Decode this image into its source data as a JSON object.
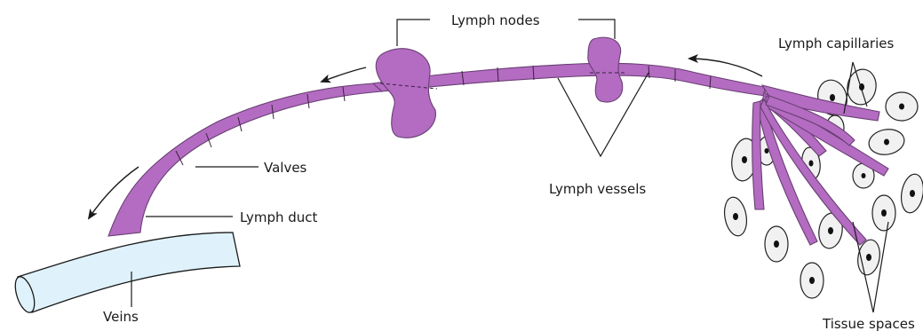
{
  "labels": {
    "lymph_nodes": "Lymph nodes",
    "lymph_capillaries": "Lymph capillaries",
    "valves": "Valves",
    "lymph_vessels": "Lymph vessels",
    "lymph_duct": "Lymph duct",
    "veins": "Veins",
    "tissue_spaces": "Tissue spaces"
  },
  "colors": {
    "lymph": "#b36cc1",
    "lymph_outline": "#6a3f74",
    "vein": "#dff2fb",
    "cell": "#f1f1f1",
    "ink": "#1a1a1a"
  }
}
